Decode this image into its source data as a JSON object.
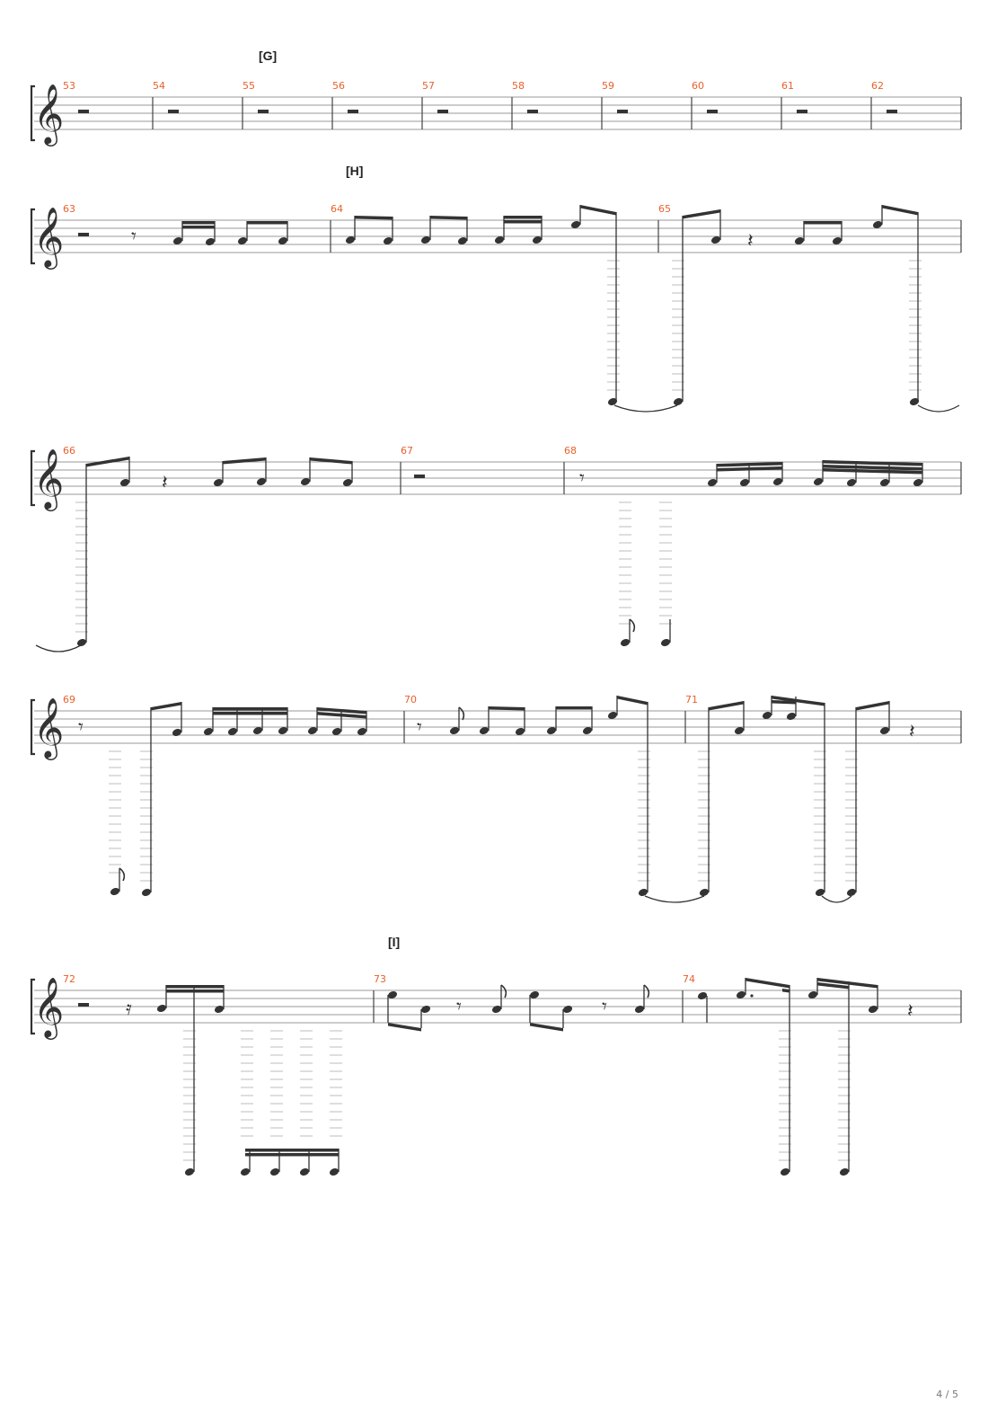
{
  "page": {
    "page_indicator": "4 / 5"
  },
  "rehearsal_marks": [
    "[G]",
    "[H]",
    "[I]"
  ],
  "systems": [
    {
      "id": "system-1",
      "measures": [
        53,
        54,
        55,
        56,
        57,
        58,
        59,
        60,
        61,
        62
      ],
      "rehearsal": "[G]",
      "content": "whole-rest in every measure"
    },
    {
      "id": "system-2",
      "measures": [
        63,
        64,
        65
      ],
      "rehearsal": "[H]"
    },
    {
      "id": "system-3",
      "measures": [
        66,
        67,
        68
      ]
    },
    {
      "id": "system-4",
      "measures": [
        69,
        70,
        71
      ]
    },
    {
      "id": "system-5",
      "measures": [
        72,
        73,
        74
      ],
      "rehearsal": "[I]"
    }
  ],
  "glyphs": {
    "clef": "𝄞",
    "quarter_rest": "𝄽",
    "eighth_rest": "𝄾",
    "sixteenth_rest": "𝄿"
  }
}
